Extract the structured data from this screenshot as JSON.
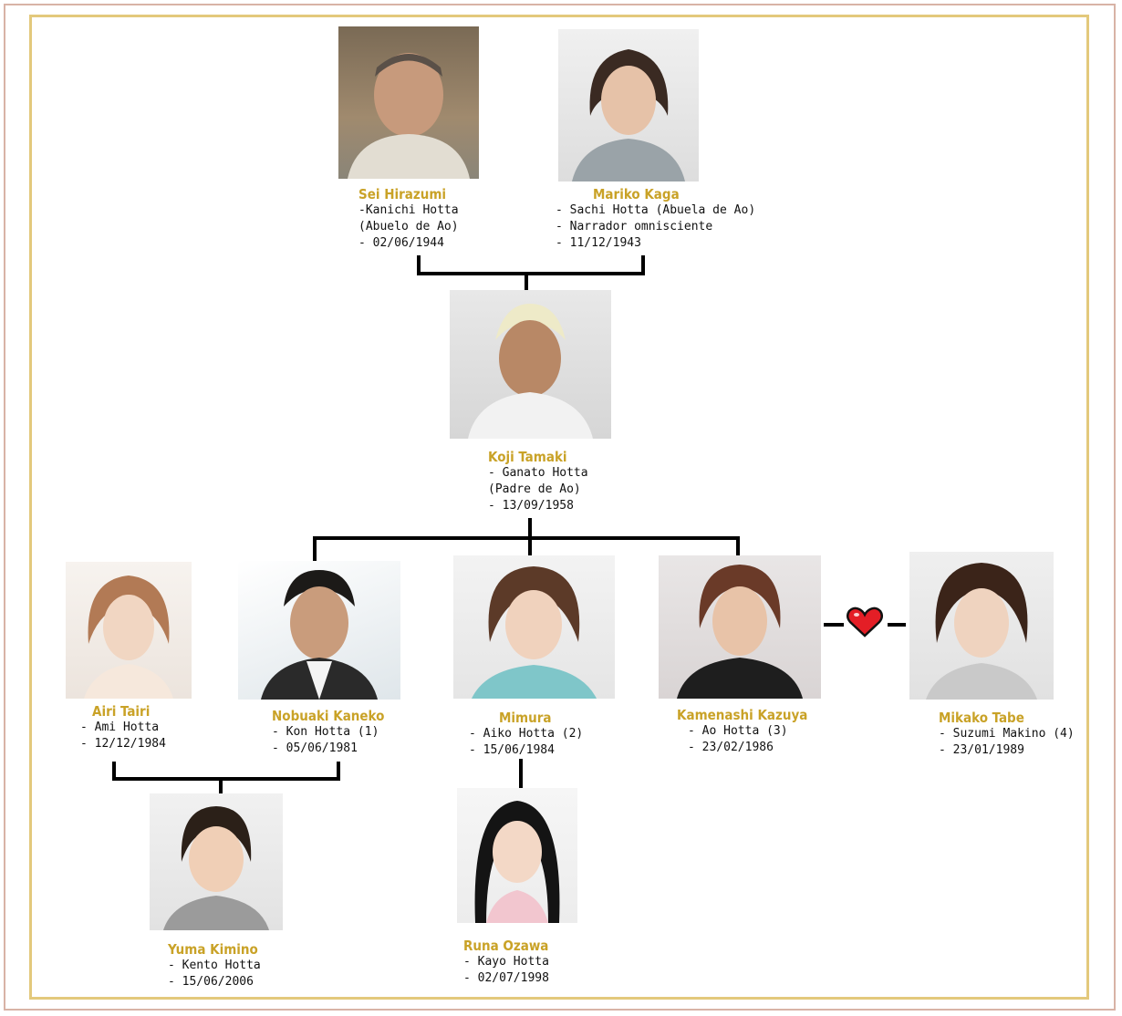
{
  "colors": {
    "name": "#c9a227",
    "heart": "#e41e26",
    "frame_outer": "#d8b3a6",
    "frame_inner": "#e3c97c"
  },
  "people": {
    "sei": {
      "name": "Sei Hirazumi",
      "lines": [
        "-Kanichi Hotta",
        "(Abuelo de Ao)",
        "- 02/06/1944"
      ]
    },
    "mariko": {
      "name": "Mariko Kaga",
      "lines": [
        "- Sachi Hotta (Abuela de Ao)",
        "- Narrador omnisciente",
        "- 11/12/1943"
      ]
    },
    "koji": {
      "name": "Koji Tamaki",
      "lines": [
        "- Ganato Hotta",
        "(Padre de Ao)",
        "- 13/09/1958"
      ]
    },
    "airi": {
      "name": "Airi Tairi",
      "lines": [
        "- Ami Hotta",
        "- 12/12/1984"
      ]
    },
    "nobuaki": {
      "name": "Nobuaki Kaneko",
      "lines": [
        "- Kon Hotta (1)",
        "- 05/06/1981"
      ]
    },
    "mimura": {
      "name": "Mimura",
      "lines": [
        "- Aiko Hotta (2)",
        "- 15/06/1984"
      ]
    },
    "kame": {
      "name": "Kamenashi Kazuya",
      "lines": [
        "- Ao Hotta (3)",
        "- 23/02/1986"
      ]
    },
    "mikako": {
      "name": "Mikako Tabe",
      "lines": [
        "- Suzumi Makino (4)",
        "- 23/01/1989"
      ]
    },
    "yuma": {
      "name": "Yuma Kimino",
      "lines": [
        "- Kento Hotta",
        "- 15/06/2006"
      ]
    },
    "runa": {
      "name": "Runa Ozawa",
      "lines": [
        "- Kayo Hotta",
        "- 02/07/1998"
      ]
    }
  }
}
